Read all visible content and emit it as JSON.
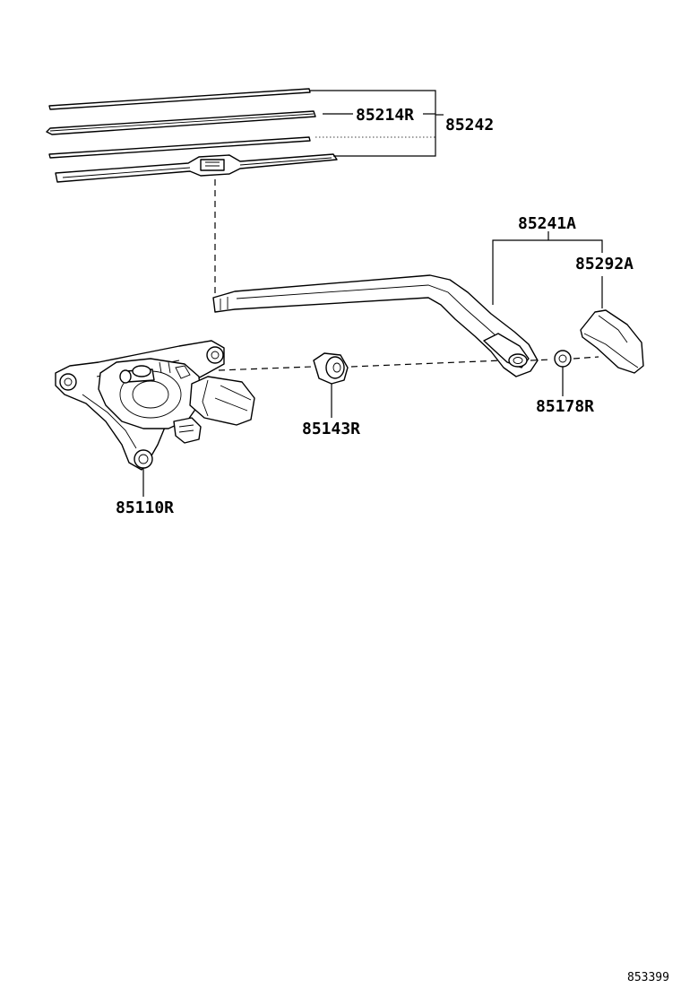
{
  "diagram": {
    "labels": {
      "wiper_rubber": "85214R",
      "blade_assy": "85242",
      "arm_assy": "85241A",
      "arm_head_cap": "85292A",
      "nut": "85178R",
      "pivot_grommet": "85143R",
      "wiper_motor": "85110R"
    },
    "illustration_code": "853399"
  }
}
